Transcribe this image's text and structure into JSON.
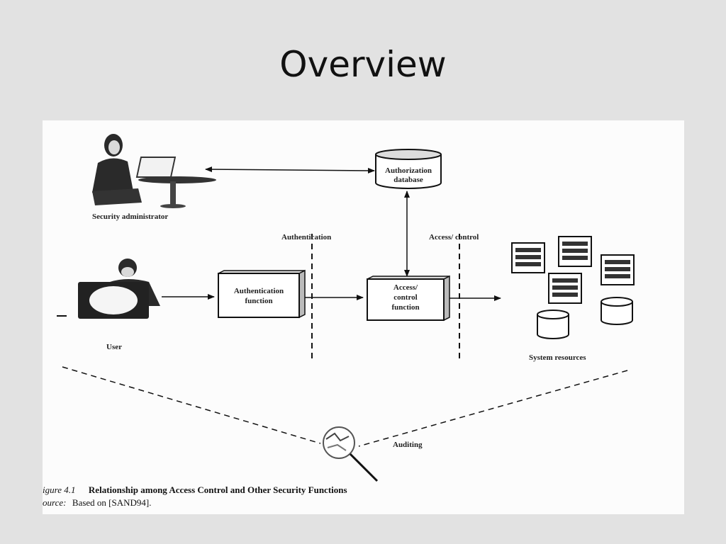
{
  "slide": {
    "title": "Overview"
  },
  "diagram": {
    "actors": {
      "security_administrator": "Security administrator",
      "user": "User"
    },
    "nodes": {
      "authorization_database": [
        "Authorization",
        "database"
      ],
      "authentication_function": [
        "Authentication",
        "function"
      ],
      "access_control_function": [
        "Access/",
        "control",
        "function"
      ],
      "system_resources": "System resources",
      "auditing": "Auditing"
    },
    "boundaries": {
      "authentication": "Authentication",
      "access_control": "Access/ control"
    }
  },
  "caption": {
    "figure_number": "igure 4.1",
    "title": "Relationship among Access Control and Other Security Functions",
    "source_label": "ource:",
    "source_text": "Based on [SAND94]."
  }
}
